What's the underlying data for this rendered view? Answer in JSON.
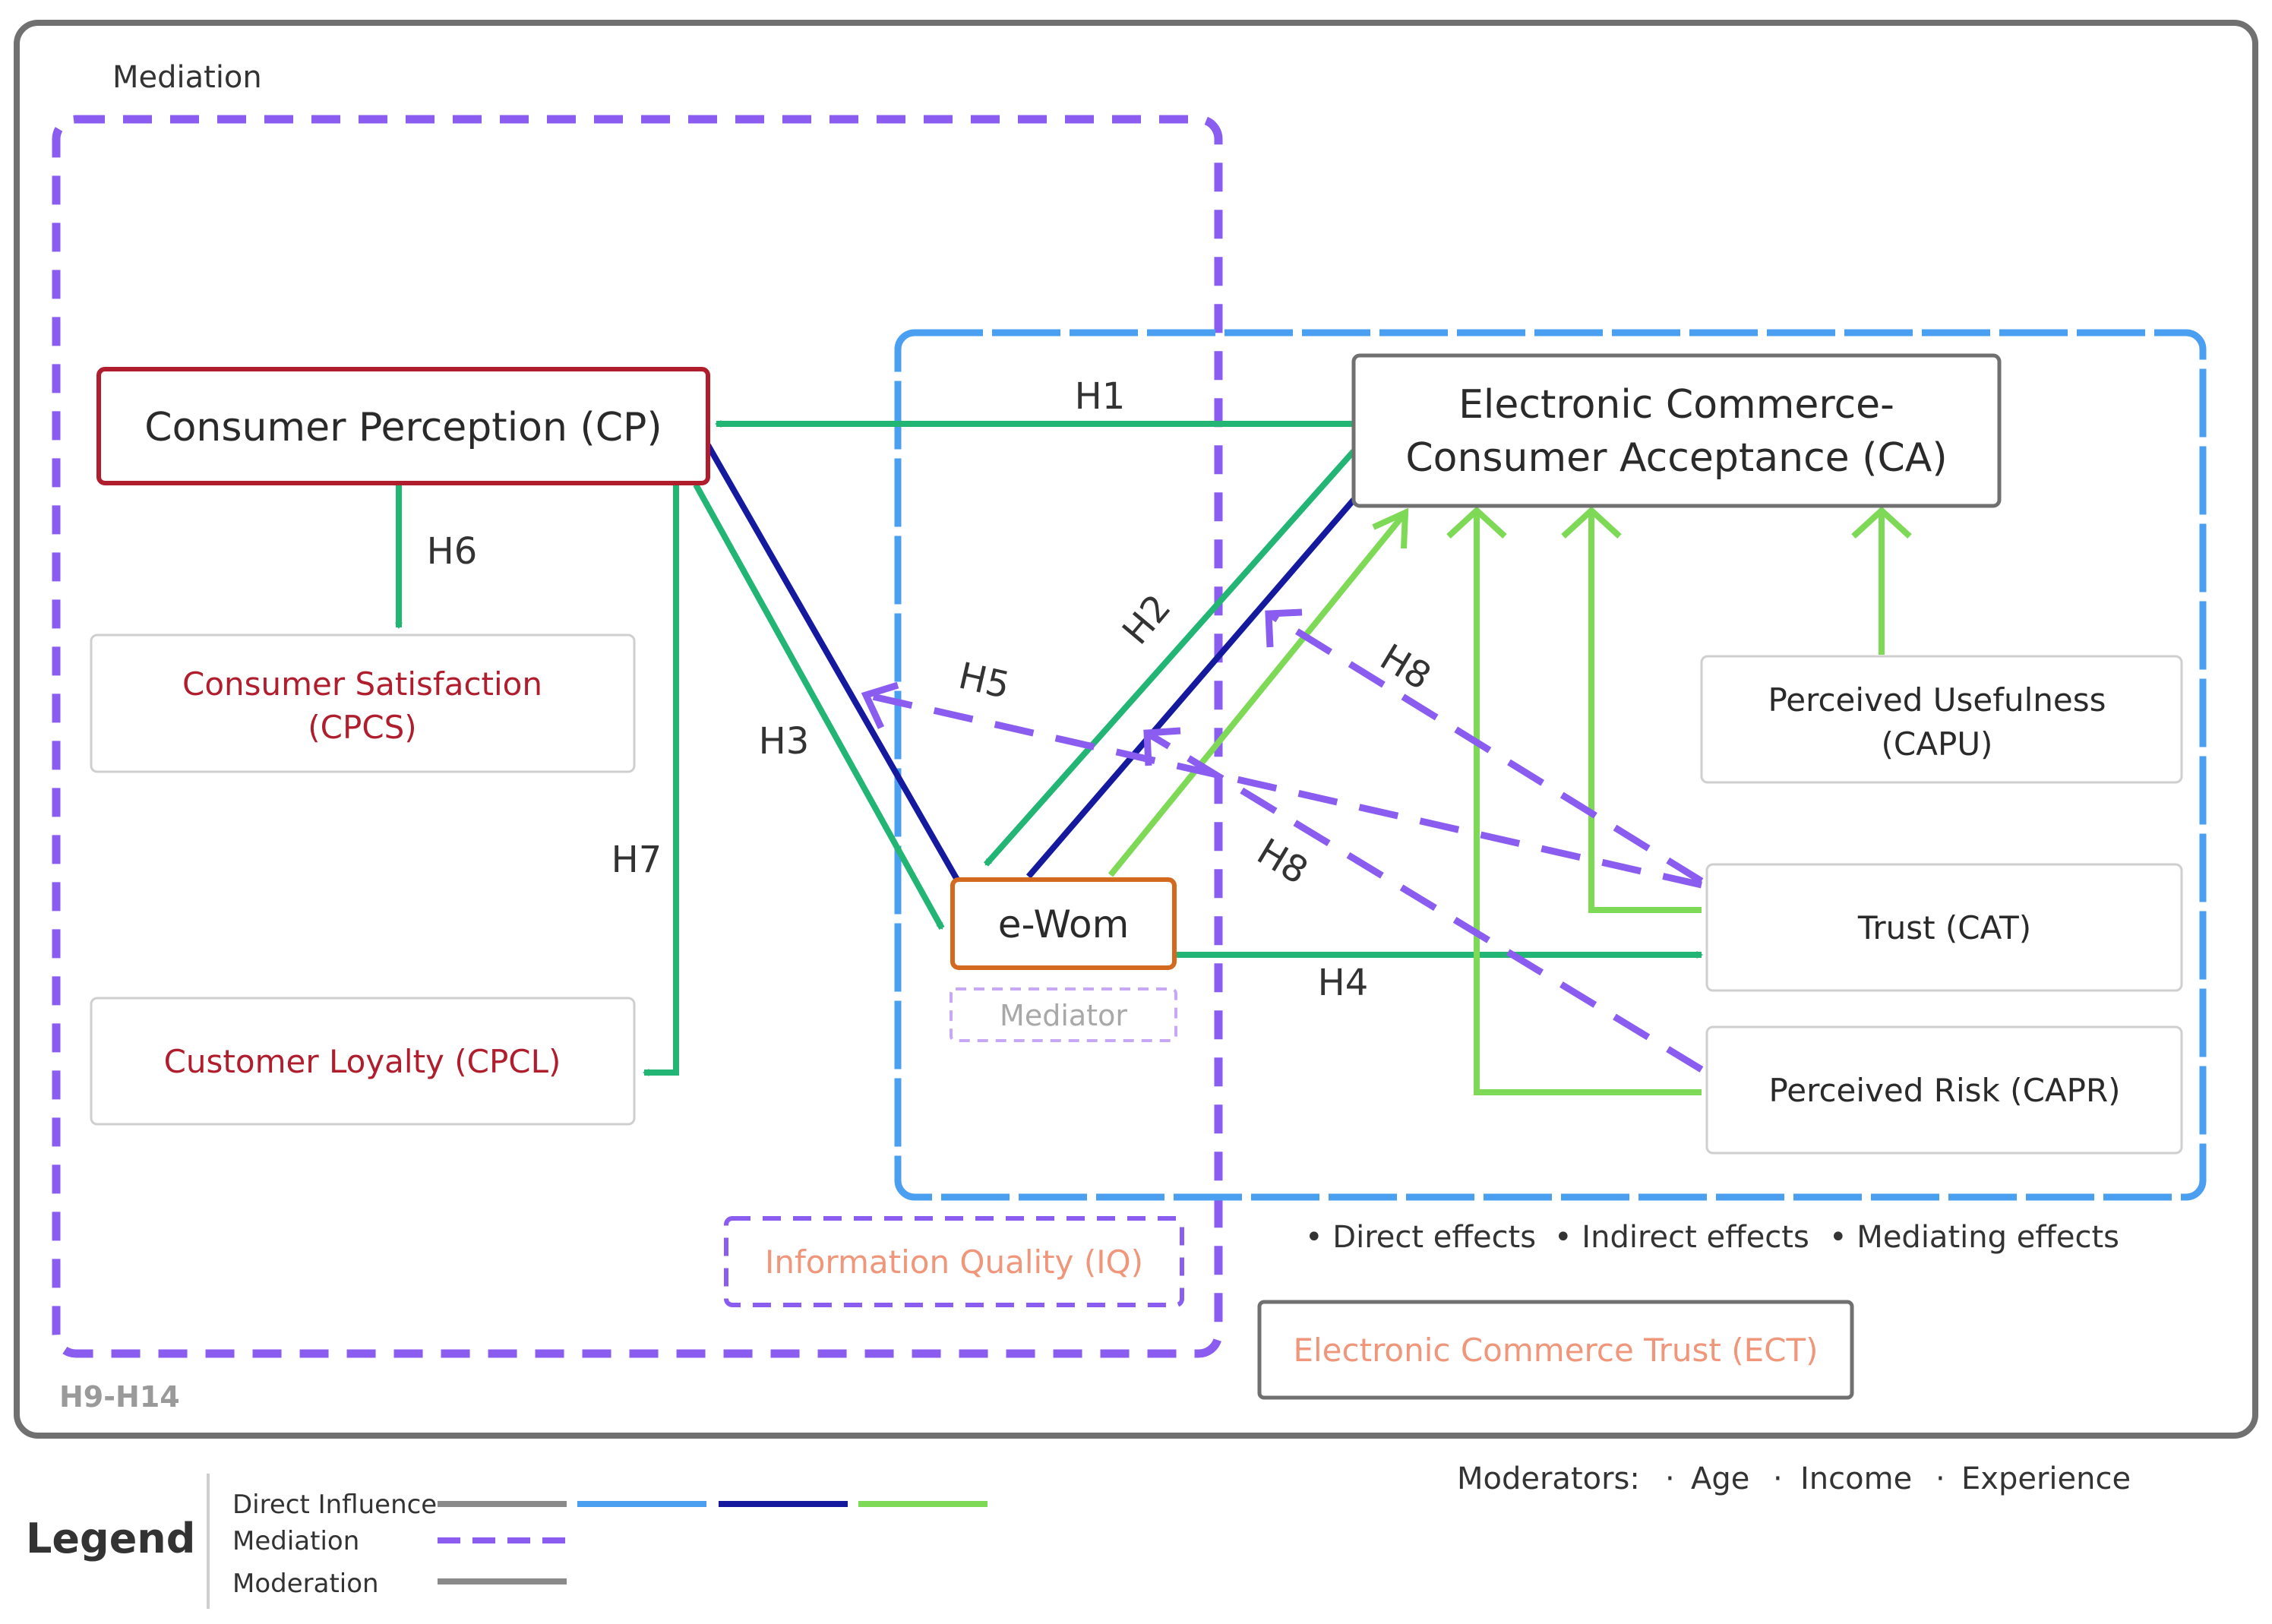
{
  "frame": {
    "label_top": "Mediation",
    "label_bottom": "H9-H14"
  },
  "nodes": {
    "cp": {
      "label": "Consumer Perception (CP)"
    },
    "ca": {
      "line1": "Electronic Commerce-",
      "line2": "Consumer Acceptance (CA)"
    },
    "cpcs": {
      "line1": "Consumer Satisfaction",
      "line2": "(CPCS)"
    },
    "cpcl": {
      "label": "Customer Loyalty (CPCL)"
    },
    "capu": {
      "line1": "Perceived Usefulness",
      "line2": "(CAPU)"
    },
    "cat": {
      "label": "Trust (CAT)"
    },
    "capr": {
      "label": "Perceived Risk (CAPR)"
    },
    "ewom": {
      "label": "e-Wom",
      "sublabel": "Mediator"
    },
    "iq": {
      "label": "Information Quality (IQ)"
    },
    "ect": {
      "label": "Electronic Commerce Trust (ECT)"
    }
  },
  "hypotheses": {
    "h1": "H1",
    "h2": "H2",
    "h3": "H3",
    "h4": "H4",
    "h5": "H5",
    "h6": "H6",
    "h7": "H7",
    "h8a": "H8",
    "h8b": "H8"
  },
  "effects": [
    "• Direct effects",
    "• Indirect effects",
    "• Mediating effects"
  ],
  "moderators": {
    "label": "Moderators:",
    "items": [
      "Age",
      "Income",
      "Experience"
    ],
    "separator": "·"
  },
  "legend": {
    "title": "Legend",
    "direct": "Direct Influence",
    "mediation": "Mediation",
    "moderation": "Moderation"
  },
  "colors": {
    "frame": "#707070",
    "purple": "#8b5cf0",
    "blue_region": "#4a9ff0",
    "green": "#22b573",
    "light_green": "#7ed957",
    "navy": "#14199e",
    "cp_border": "#b01e2e",
    "ewom_border": "#d2691e",
    "red_text": "#b01e2e",
    "orange_text": "#f0967a",
    "grey_box": "#cfcfcf"
  }
}
